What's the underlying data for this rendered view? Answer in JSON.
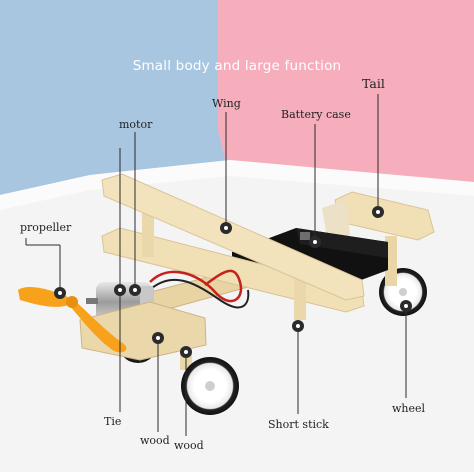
{
  "title": "Small body and large function",
  "labels": {
    "tail": "Tail",
    "wing": "Wing",
    "battery_case": "Battery case",
    "motor": "motor",
    "propeller": "propeller",
    "tie": "Tie",
    "wood_left": "wood",
    "wood_right": "wood",
    "short_stick": "Short stick",
    "wheel": "wheel"
  },
  "colors": {
    "background_blue": "#a9c6e0",
    "background_pink": "#f6aebd",
    "wood": "#f1dfb6",
    "propeller": "#f7a21a",
    "battery_case": "#111111",
    "wheel": "#ffffff",
    "leader_line": "#2b2b2b"
  }
}
